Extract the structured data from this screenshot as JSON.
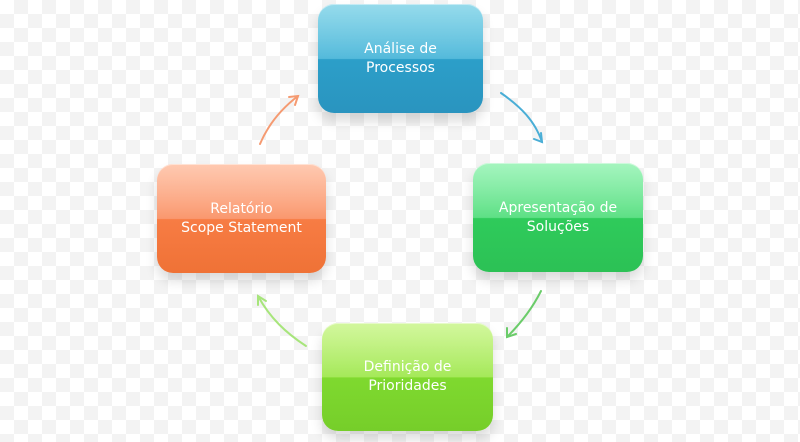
{
  "diagram": {
    "nodes": {
      "analysis": {
        "line1": "Análise de",
        "line2": "Processos"
      },
      "solutions": {
        "line1": "Apresentação de",
        "line2": "Soluções"
      },
      "priorities": {
        "line1": "Definição de",
        "line2": "Prioridades"
      },
      "report": {
        "line1": "Relatório",
        "line2": "Scope Statement"
      }
    },
    "colors": {
      "analysis": "#3aa7d1",
      "solutions": "#3ccf68",
      "priorities": "#86df36",
      "report": "#f57f47",
      "arrow_top_right": "#4aaed6",
      "arrow_right_bottom": "#6bcc6a",
      "arrow_bottom_left": "#a7e57b",
      "arrow_left_top": "#f59a71"
    }
  }
}
